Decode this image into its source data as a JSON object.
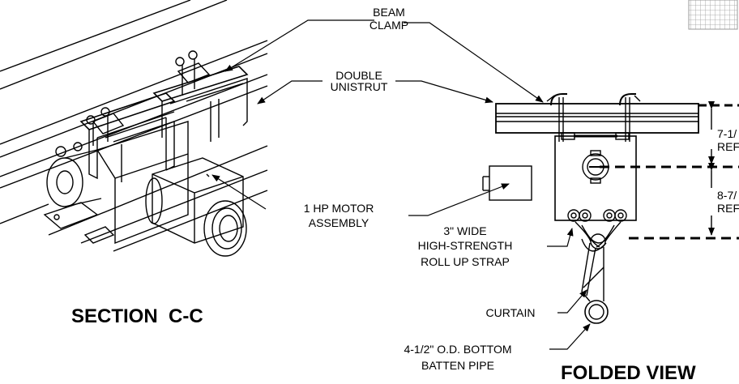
{
  "labels": {
    "beam_clamp_1": "BEAM",
    "beam_clamp_2": "CLAMP",
    "double_unistrut_1": "DOUBLE",
    "double_unistrut_2": "UNISTRUT",
    "motor_1": "1 HP MOTOR",
    "motor_2": "ASSEMBLY",
    "strap_1": "3\" WIDE",
    "strap_2": "HIGH-STRENGTH",
    "strap_3": "ROLL UP STRAP",
    "curtain": "CURTAIN",
    "batten_1": "4-1/2\" O.D. BOTTOM",
    "batten_2": "BATTEN PIPE"
  },
  "dimensions": {
    "upper_value": "7-1/",
    "upper_ref": "REF",
    "lower_value": "8-7/",
    "lower_ref": "REF"
  },
  "titles": {
    "section": "SECTION  C-C",
    "folded": "FOLDED VIEW"
  }
}
